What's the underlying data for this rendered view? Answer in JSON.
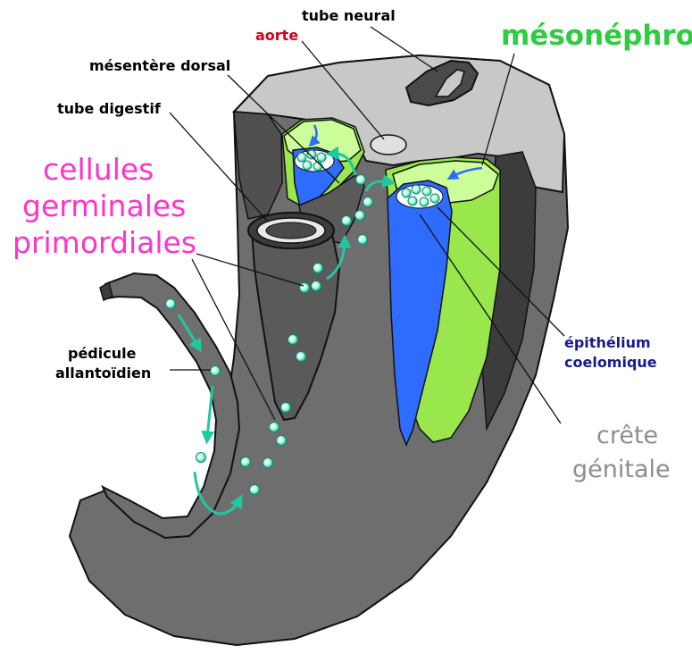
{
  "labels": {
    "tube_neural": "tube neural",
    "aorte": "aorte",
    "mesonephros": "mésonéphros",
    "mesentere_dorsal": "mésentère dorsal",
    "tube_digestif": "tube digestif",
    "cellules_line1": "cellules",
    "cellules_line2": "germinales",
    "cellules_line3": "primordiales",
    "pedicule_line1": "pédicule",
    "pedicule_line2": "allantoïdien",
    "epithelium_line1": "épithélium",
    "epithelium_line2": "coelomique",
    "crete_line1": "crête",
    "crete_line2": "génitale"
  },
  "colors": {
    "embryo_body": "#6e6e6e",
    "embryo_dark": "#3c3c3c",
    "dorsal_surface": "#c8c8c8",
    "mesonephros": "#ccff99",
    "mesonephros_side": "#99e64d",
    "coelomic_epithelium": "#2e6bff",
    "germ_cells": "#1fc9a0",
    "aorte": "#d0021b",
    "mesonephros_label": "#2ecc40",
    "germ_cells_label": "#ff33cc",
    "epithelium_label": "#1a1a8c",
    "crete_label": "#8e8e8e"
  }
}
